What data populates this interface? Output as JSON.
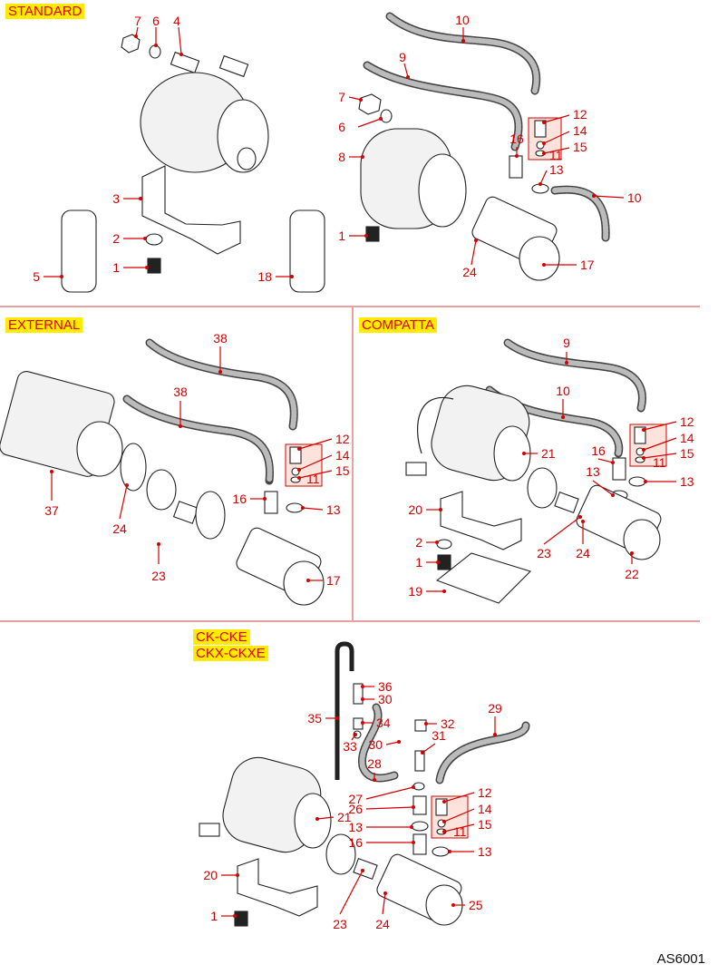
{
  "document_code": "AS6001",
  "colors": {
    "callout": "#d40000",
    "tag_bg": "#ffec00",
    "tag_text": "#e00000",
    "divider": "#e8a0a0",
    "kit_box": "#fde3dc"
  },
  "sections": {
    "standard": {
      "tag": "STANDARD",
      "callouts": [
        "7",
        "6",
        "4",
        "3",
        "2",
        "1",
        "5",
        "18",
        "10",
        "9",
        "7",
        "6",
        "8",
        "16",
        "12",
        "14",
        "15",
        "11",
        "13",
        "10",
        "1",
        "24",
        "17"
      ]
    },
    "external": {
      "tag": "EXTERNAL",
      "callouts": [
        "38",
        "38",
        "37",
        "24",
        "23",
        "16",
        "13",
        "12",
        "14",
        "15",
        "11",
        "17"
      ]
    },
    "compatta": {
      "tag": "COMPATTA",
      "callouts": [
        "9",
        "10",
        "21",
        "12",
        "14",
        "15",
        "11",
        "16",
        "13",
        "13",
        "20",
        "2",
        "1",
        "19",
        "23",
        "24",
        "22"
      ]
    },
    "ck": {
      "tag_line1": "CK-CKE",
      "tag_line2": "CKX-CKXE",
      "callouts": [
        "36",
        "30",
        "35",
        "34",
        "33",
        "32",
        "29",
        "30",
        "31",
        "28",
        "27",
        "26",
        "13",
        "16",
        "12",
        "14",
        "15",
        "11",
        "13",
        "21",
        "20",
        "1",
        "23",
        "24",
        "25"
      ]
    }
  }
}
